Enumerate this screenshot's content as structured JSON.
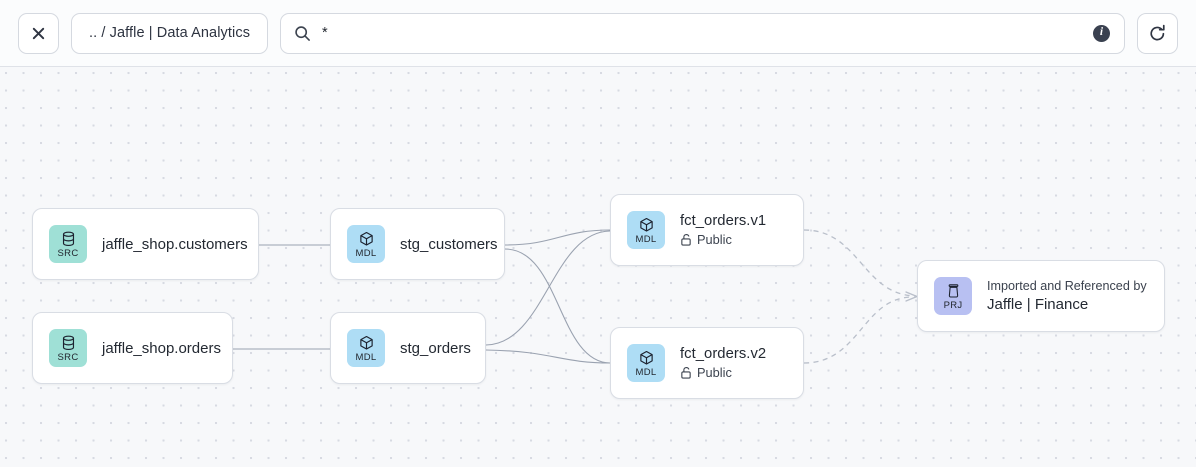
{
  "toolbar": {
    "close_label": "×",
    "close_icon": "close-icon",
    "breadcrumb": ".. / Jaffle | Data Analytics",
    "search_icon": "search-icon",
    "search_value": "*",
    "search_placeholder": "Search",
    "info_label": "i",
    "info_icon": "info-icon",
    "refresh_icon": "refresh-icon"
  },
  "graph": {
    "nodes": [
      {
        "id": "src_customers",
        "kind": "SRC",
        "icon": "database-icon",
        "title": "jaffle_shop.customers",
        "sub": null,
        "over": null
      },
      {
        "id": "src_orders",
        "kind": "SRC",
        "icon": "database-icon",
        "title": "jaffle_shop.orders",
        "sub": null,
        "over": null
      },
      {
        "id": "stg_customers",
        "kind": "MDL",
        "icon": "cube-icon",
        "title": "stg_customers",
        "sub": null,
        "over": null
      },
      {
        "id": "stg_orders",
        "kind": "MDL",
        "icon": "cube-icon",
        "title": "stg_orders",
        "sub": null,
        "over": null
      },
      {
        "id": "fct_v1",
        "kind": "MDL",
        "icon": "cube-icon",
        "title": "fct_orders.v1",
        "sub": "Public",
        "over": null
      },
      {
        "id": "fct_v2",
        "kind": "MDL",
        "icon": "cube-icon",
        "title": "fct_orders.v2",
        "sub": "Public",
        "over": null
      },
      {
        "id": "prj_finance",
        "kind": "PRJ",
        "icon": "project-icon",
        "title": "Jaffle | Finance",
        "sub": null,
        "over": "Imported and Referenced by"
      }
    ],
    "lock_icon": "unlock-icon",
    "edge_color": "#9aa2b0",
    "dashed_edge_color": "#b9bfca"
  },
  "colors": {
    "src_badge": "#9fe0d6",
    "mdl_badge": "#aeddf5",
    "prj_badge": "#b8c0f2",
    "canvas": "#f7f8fa",
    "node_border": "#d9dde4"
  }
}
